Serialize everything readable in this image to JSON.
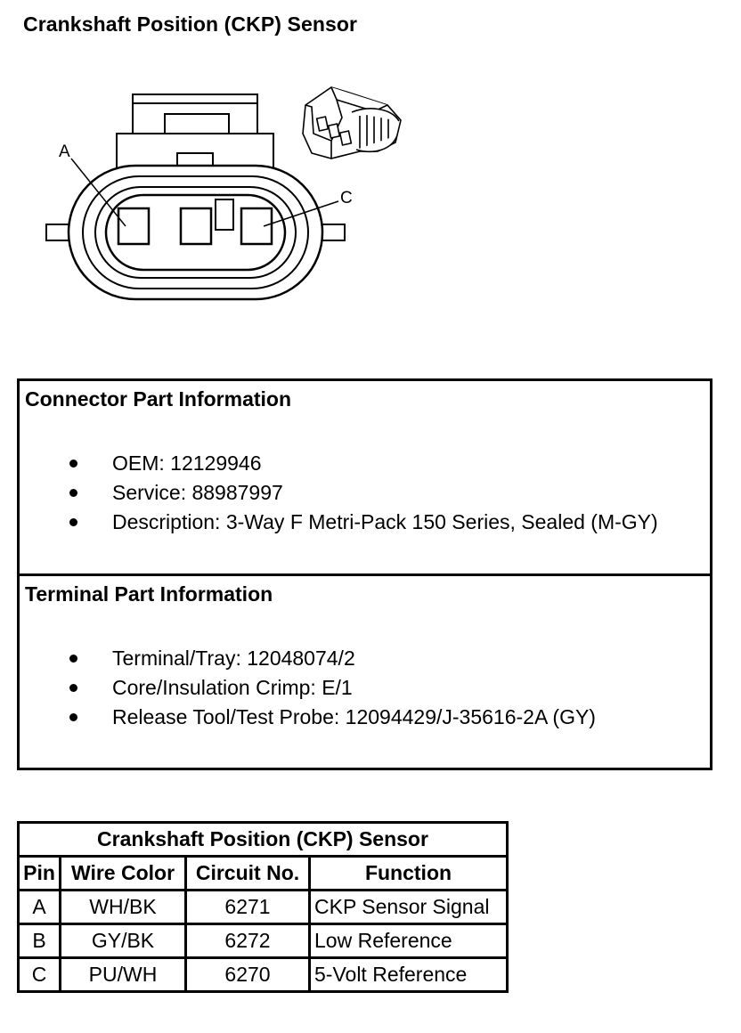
{
  "page": {
    "title": "Crankshaft Position (CKP) Sensor"
  },
  "diagram": {
    "pin_labels": {
      "a": "A",
      "c": "C"
    }
  },
  "connector_info": {
    "title": "Connector Part Information",
    "items": [
      "OEM: 12129946",
      "Service: 88987997",
      "Description: 3-Way F Metri-Pack 150 Series, Sealed (M-GY)"
    ]
  },
  "terminal_info": {
    "title": "Terminal Part Information",
    "items": [
      "Terminal/Tray: 12048074/2",
      "Core/Insulation Crimp: E/1",
      "Release Tool/Test Probe: 12094429/J-35616-2A (GY)"
    ]
  },
  "pin_table": {
    "title": "Crankshaft Position (CKP) Sensor",
    "headers": [
      "Pin",
      "Wire Color",
      "Circuit No.",
      "Function"
    ],
    "rows": [
      [
        "A",
        "WH/BK",
        "6271",
        "CKP Sensor Signal"
      ],
      [
        "B",
        "GY/BK",
        "6272",
        "Low Reference"
      ],
      [
        "C",
        "PU/WH",
        "6270",
        "5-Volt Reference"
      ]
    ]
  }
}
